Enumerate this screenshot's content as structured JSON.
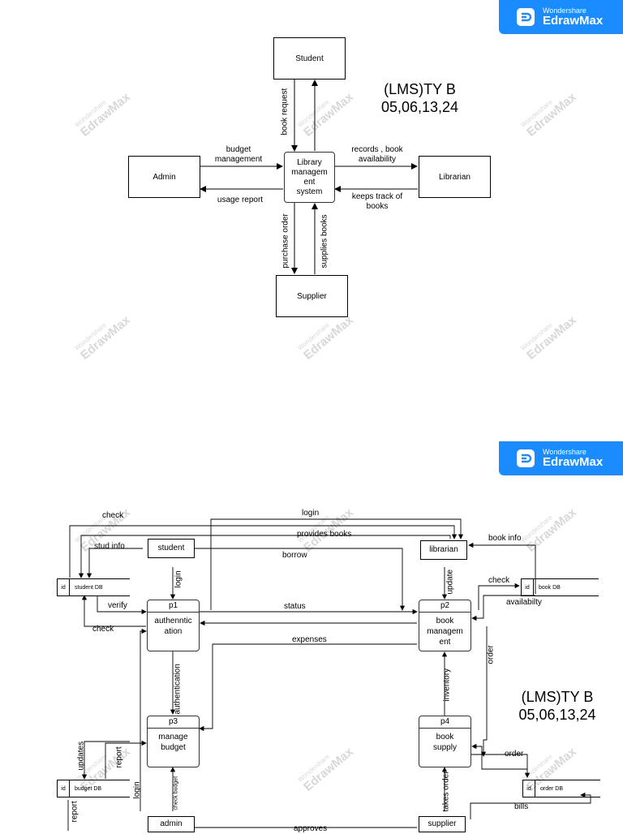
{
  "brand": {
    "small": "Wondershare",
    "big": "EdrawMax",
    "color": "#1a8cff"
  },
  "watermark": {
    "small": "Wondershare",
    "big": "EdrawMax"
  },
  "stamp": {
    "line1": "(LMS)TY B",
    "line2": "05,06,13,24"
  },
  "context_diagram": {
    "center": {
      "line1": "Library",
      "line2": "managem",
      "line3": "ent",
      "line4": "system"
    },
    "entities": {
      "student": "Student",
      "admin": "Admin",
      "librarian": "Librarian",
      "supplier": "Supplier"
    },
    "flows": {
      "book_request": "book request",
      "budget_management_1": "budget",
      "budget_management_2": "management",
      "usage_report": "usage report",
      "records_1": "records , book",
      "records_2": "availability",
      "keeps_track_1": "keeps track of",
      "keeps_track_2": "books",
      "purchase_order": "purchase order",
      "supplies_books": "supplies books"
    }
  },
  "level1_diagram": {
    "processes": {
      "p1": {
        "id": "p1",
        "line1": "authenntic",
        "line2": "ation"
      },
      "p2": {
        "id": "p2",
        "line1": "book",
        "line2": "managem",
        "line3": "ent"
      },
      "p3": {
        "id": "p3",
        "line1": "manage",
        "line2": "budget"
      },
      "p4": {
        "id": "p4",
        "line1": "book",
        "line2": "supply"
      }
    },
    "entities": {
      "student": "student",
      "librarian": "librarian",
      "admin": "admin",
      "supplier": "supplier"
    },
    "stores": {
      "student_db": {
        "id": "id",
        "name": "student DB"
      },
      "book_db": {
        "id": "id",
        "name": "book DB"
      },
      "budget_db": {
        "id": "id",
        "name": "budget DB"
      },
      "order_db": {
        "id": "id",
        "name": "order DB"
      }
    },
    "flows": {
      "check_top": "check",
      "login_top": "login",
      "provides_books": "provides books",
      "book_info": "book info",
      "stud_info": "stud info",
      "borrow": "borrow",
      "login_student": "login",
      "update": "update",
      "check_book": "check",
      "availabilty": "availabilty",
      "verify": "verify",
      "status": "status",
      "check_left": "check",
      "expenses": "expenses",
      "order_vertical": "order",
      "authentication": "authentication",
      "inventory": "inventory",
      "updates": "updates",
      "report": "report",
      "order": "order",
      "login_admin": "login",
      "check_budget": "check budget",
      "takes_order": "takes order",
      "bills": "bills",
      "report_bottom": "report",
      "approves": "approves"
    }
  }
}
